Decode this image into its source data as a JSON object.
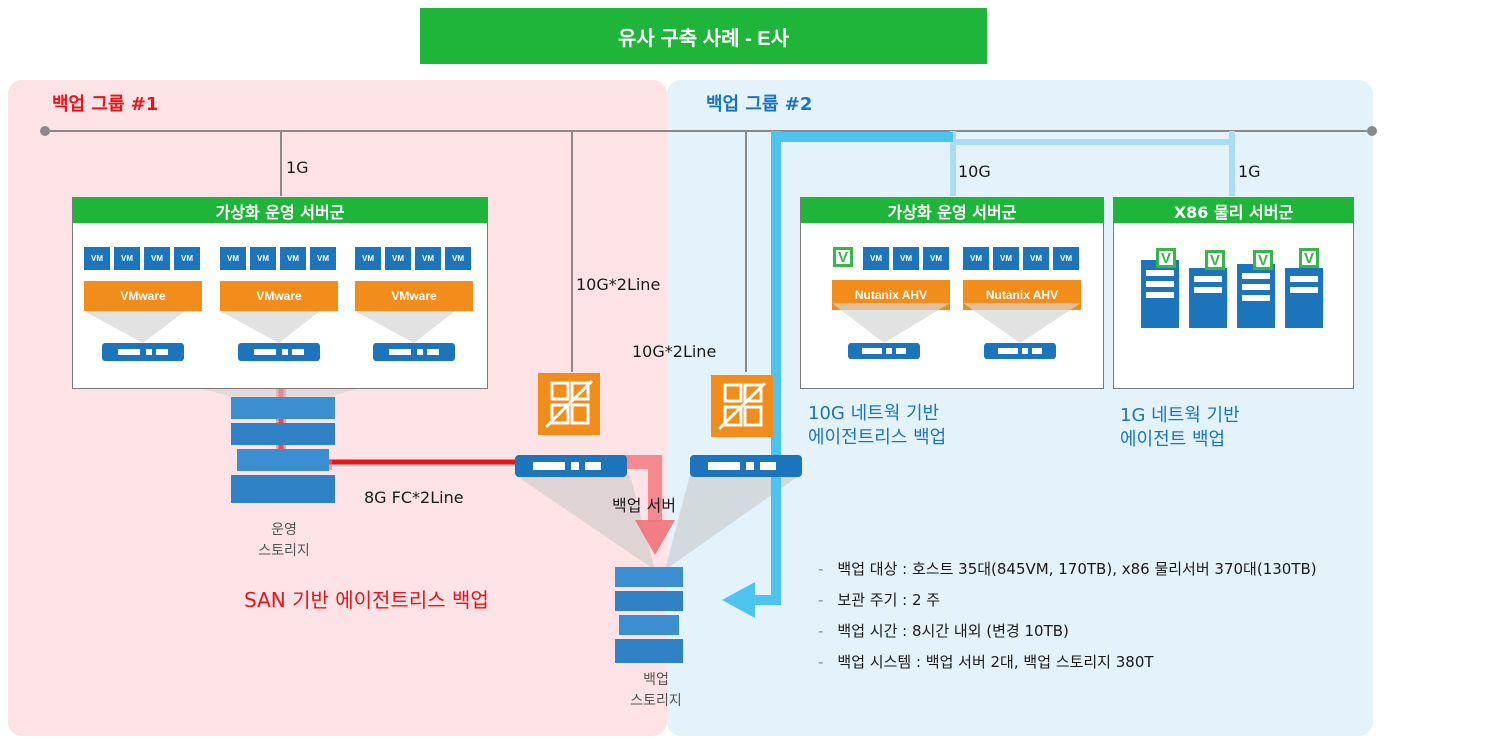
{
  "title": "유사 구축 사례 - E사",
  "group1": {
    "label": "백업 그룹 #1",
    "box_title": "가상화 운영 서버군",
    "vm_label": "VM",
    "hypervisor": "VMware",
    "link_1g": "1G",
    "link_10g_2line": "10G*2Line",
    "link_fc": "8G FC*2Line",
    "storage_label_line1": "운영",
    "storage_label_line2": "스토리지",
    "caption": "SAN 기반 에이전트리스 백업"
  },
  "group2": {
    "label": "백업 그룹 #2",
    "box_title_virtual": "가상화 운영 서버군",
    "box_title_x86": "X86 물리 서버군",
    "vm_label": "VM",
    "agent_icon": "V",
    "hypervisor": "Nutanix AHV",
    "link_10g": "10G",
    "link_1g": "1G",
    "link_10g_2line": "10G*2Line",
    "caption_virtual_line1": "10G 네트웍 기반",
    "caption_virtual_line2": "에이전트리스 백업",
    "caption_x86_line1": "1G 네트웍 기반",
    "caption_x86_line2": "에이전트 백업"
  },
  "backup_server_label": "백업 서버",
  "backup_storage_line1": "백업",
  "backup_storage_line2": "스토리지",
  "notes": [
    "백업 대상 : 호스트 35대(845VM, 170TB), x86 물리서버 370대(130TB)",
    "보관 주기 : 2 주",
    "백업 시간 : 8시간 내외 (변경 10TB)",
    "백업 시스템 : 백업 서버 2대, 백업 스토리지 380T"
  ],
  "colors": {
    "green": "#1fb53a",
    "red_label": "#e8141b",
    "blue_label": "#1c75bc",
    "red_flow": "#e8141b",
    "blue_flow": "#4dc3f0"
  },
  "icons": [
    "server-icon",
    "storage-stack-icon",
    "veeam-proxy-icon",
    "agent-v-icon",
    "rack-server-icon"
  ]
}
